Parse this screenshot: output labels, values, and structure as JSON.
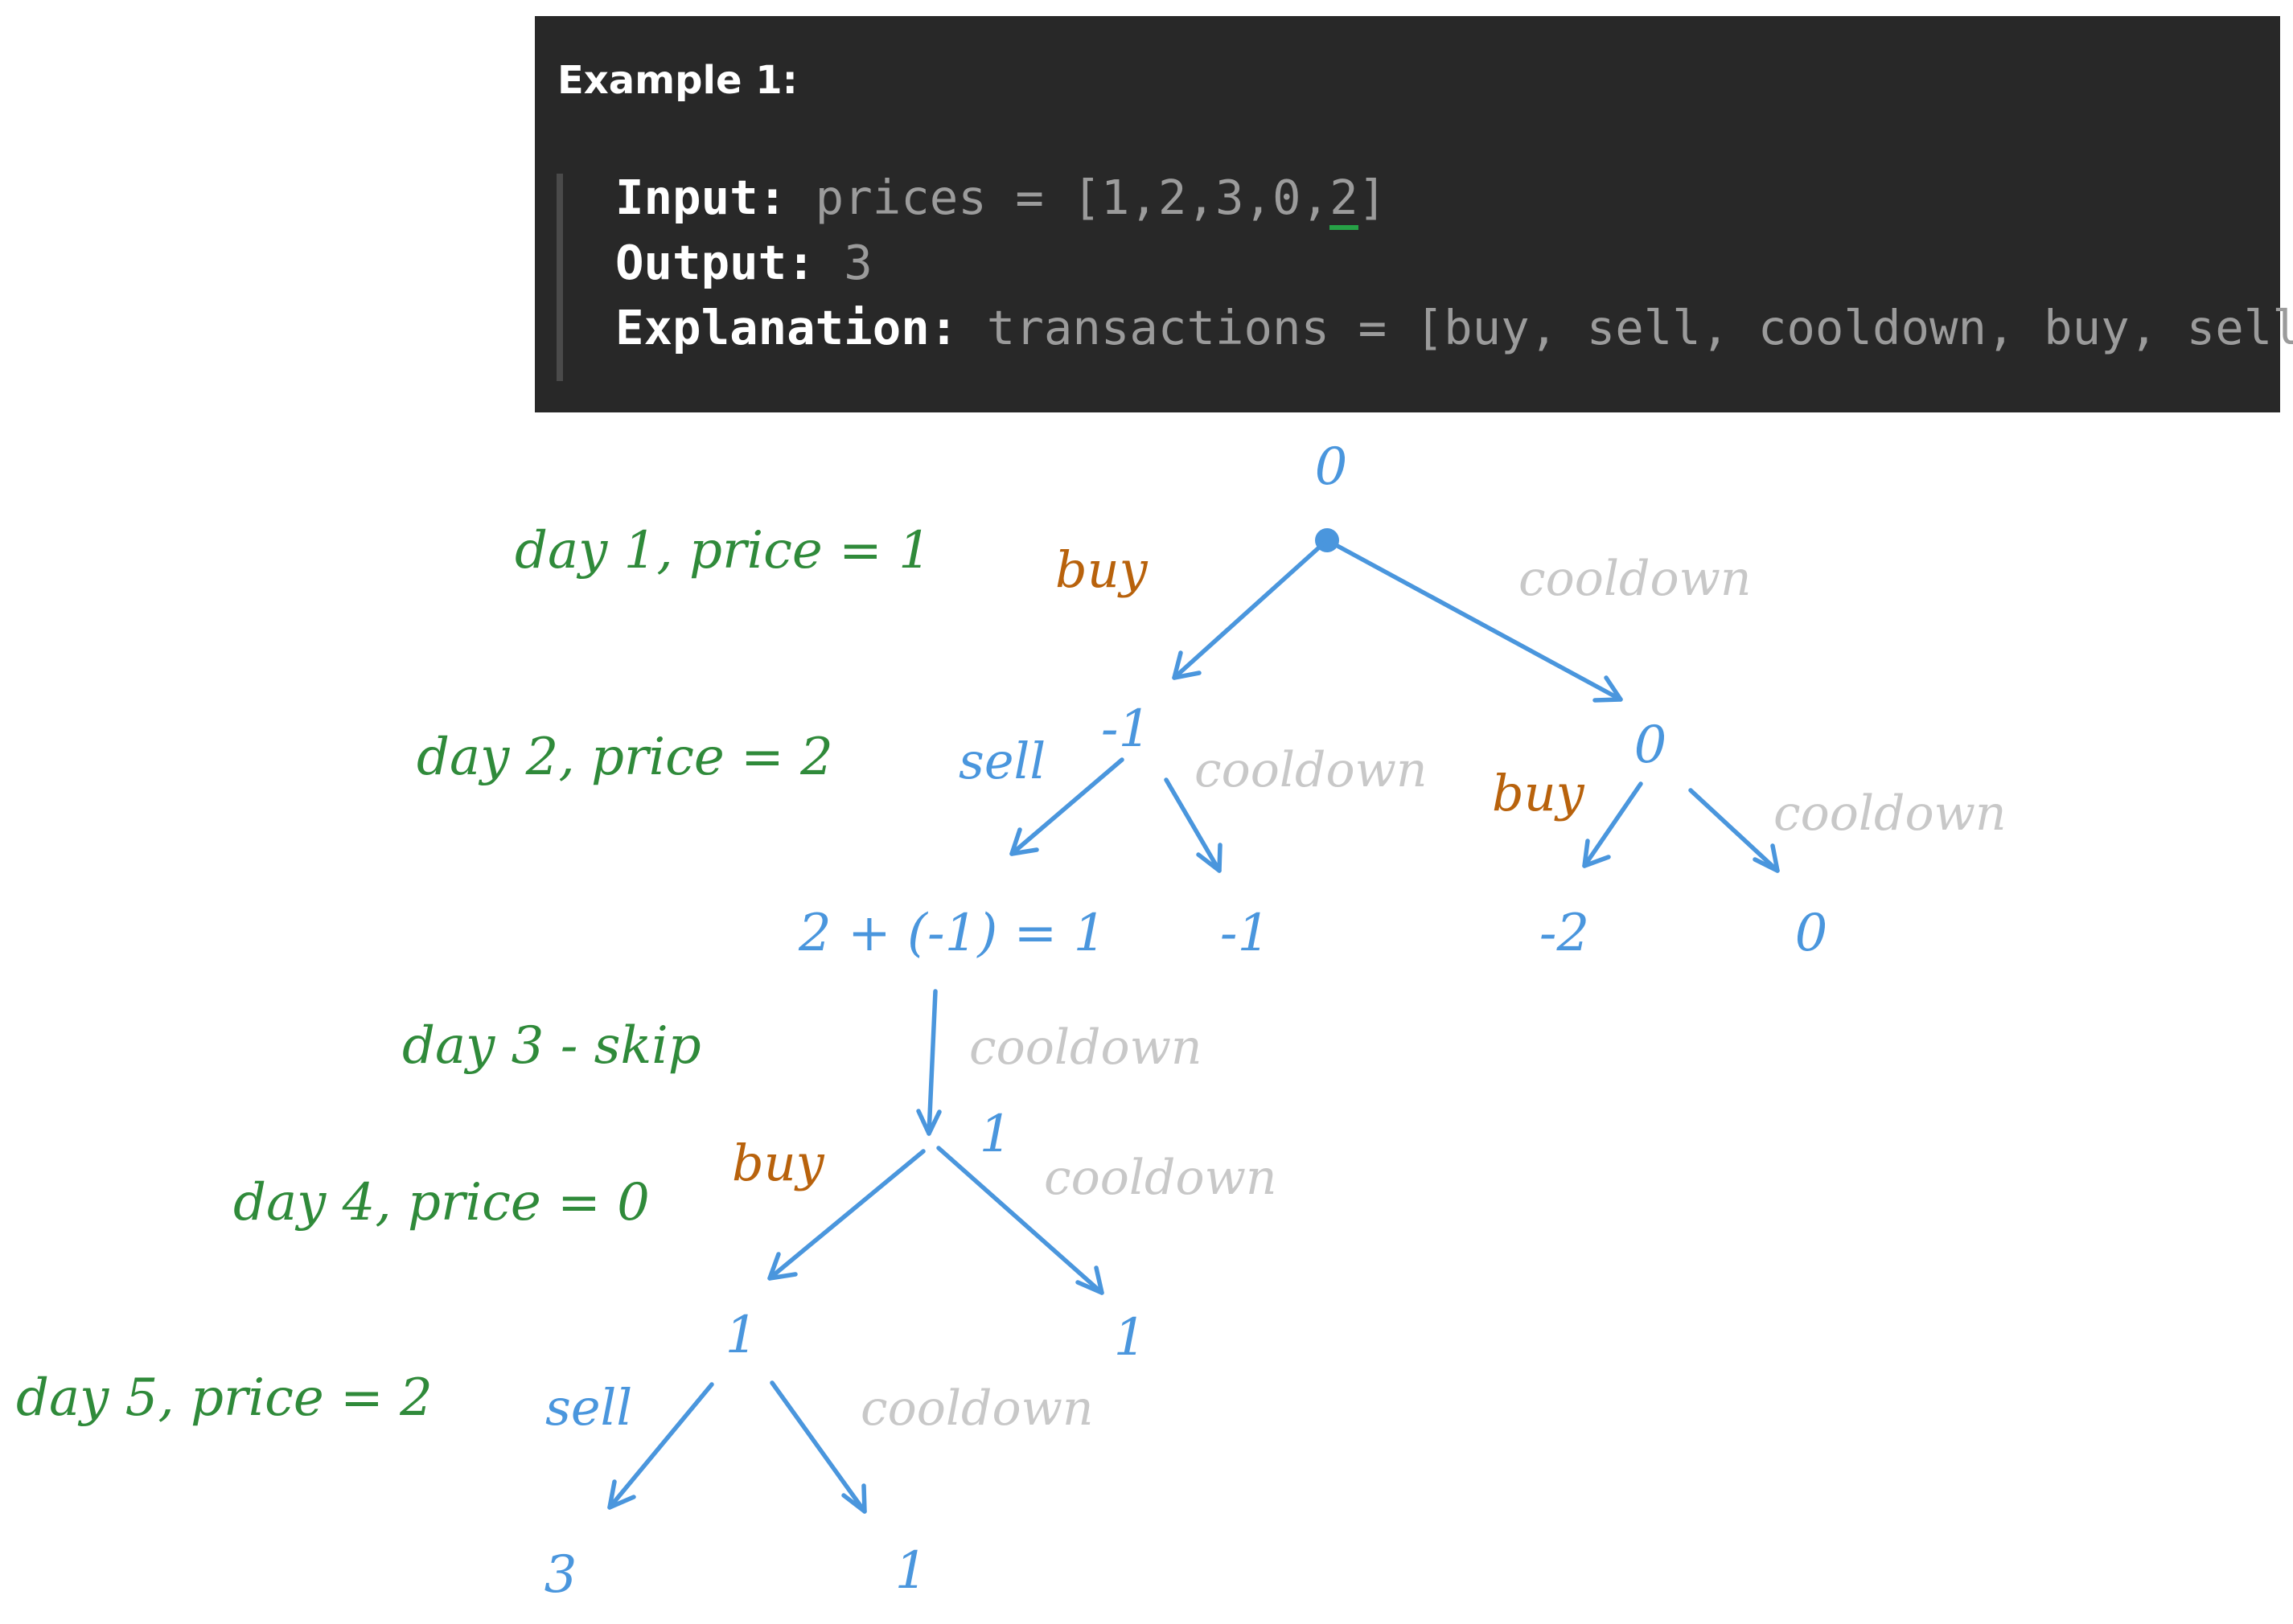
{
  "example": {
    "title": "Example 1:",
    "input_label": "Input:",
    "input_expr": "prices = [1,2,3,0,",
    "input_last": "2",
    "input_close": "]",
    "output_label": "Output:",
    "output_value": "3",
    "explanation_label": "Explanation:",
    "explanation_value": "transactions = [buy, sell, cooldown, buy, sell]"
  },
  "colors": {
    "panel_bg": "#282828",
    "node_blue": "#4a96dd",
    "day_green": "#2f8a3a",
    "buy_orange": "#b8620c",
    "cooldown_gray": "#c8c8c8",
    "highlight_green": "#26a146"
  },
  "days": [
    "day 1, price = 1",
    "day 2, price = 2",
    "day 3 - skip",
    "day 4, price = 0",
    "day 5, price = 2"
  ],
  "nodes": {
    "root": "0",
    "d2_left": "-1",
    "d2_right": "0",
    "d3_a": "2 + (-1) = 1",
    "d3_b": "-1",
    "d3_c": "-2",
    "d3_d": "0",
    "d4": "1",
    "d5_left": "1",
    "d5_right": "1",
    "leaf_left": "3",
    "leaf_right": "1"
  },
  "edge_labels": {
    "buy": "buy",
    "sell": "sell",
    "cooldown": "cooldown"
  }
}
